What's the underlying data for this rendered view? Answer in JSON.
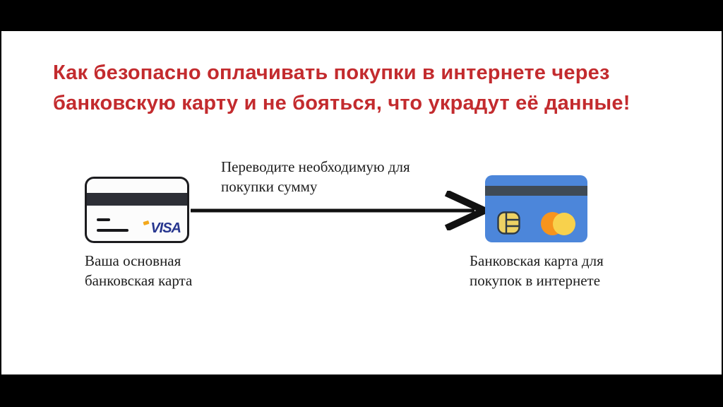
{
  "slide": {
    "letterbox_color": "#000000",
    "background": "#ffffff",
    "title": {
      "line1": "Как безопасно оплачивать покупки в интернете через",
      "line2": "банковскую карту и не бояться, что украдут её данные!",
      "color": "#c32b2e"
    },
    "transfer": {
      "label": "Переводите необходимую для\nпокупки сумму",
      "arrow_icon": "right-arrow-icon",
      "arrow_color": "#111111"
    },
    "source_card": {
      "icon": "bank-card-visa-icon",
      "brand": "VISA",
      "caption": "Ваша основная\nбанковская карта",
      "colors": {
        "body": "#fcfcfc",
        "border": "#1c1c1f",
        "stripe": "#2d2f36",
        "brand_text": "#27368f",
        "brand_accent": "#f3a81c"
      }
    },
    "destination_card": {
      "icon": "bank-card-chip-icon",
      "caption": "Банковская карта для\nпокупок в интернете",
      "colors": {
        "body": "#4c86da",
        "stripe": "#3f4a55",
        "chip": "#eed264",
        "chip_outline": "#2f3a44",
        "circle_left": "#f7941d",
        "circle_right": "#f8d14c"
      }
    }
  }
}
